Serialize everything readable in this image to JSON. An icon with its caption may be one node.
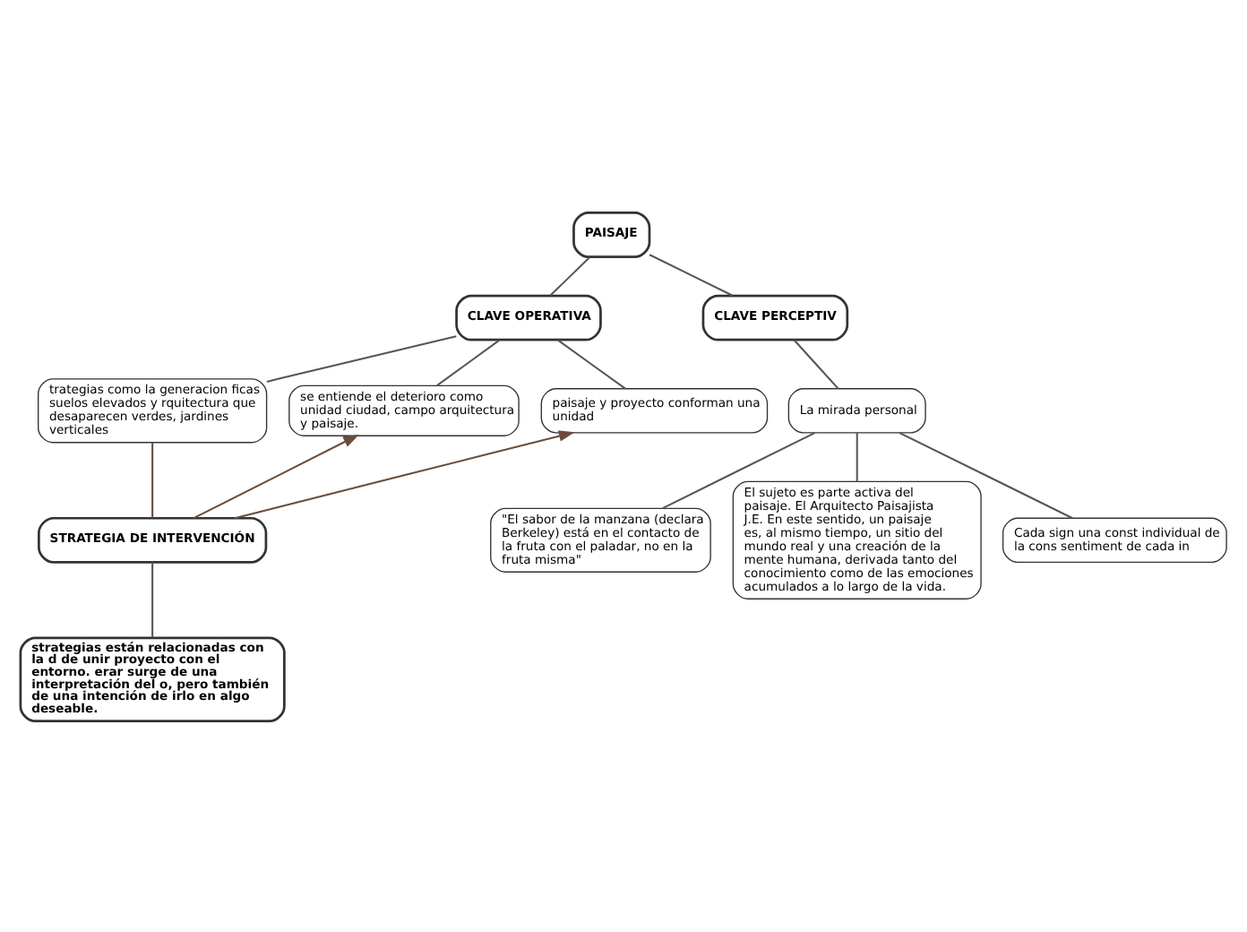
{
  "diagram": {
    "nodes": [
      {
        "text": [
          "PAISAJE"
        ]
      },
      {
        "text": [
          "CLAVE OPERATIVA"
        ]
      },
      {
        "text": [
          "trategias como la generacion ficas suelos elevados y rquitectura que desaparecen verdes, jardines verticales"
        ]
      },
      {
        "text": [
          "se entiende el deterioro como unidad ciudad, campo arquitectura y paisaje."
        ]
      },
      {
        "text": [
          "paisaje y proyecto conforman una unidad"
        ]
      },
      {
        "text": [
          "STRATEGIA DE INTERVENCIÓN"
        ]
      },
      {
        "text": [
          "strategias están relacionadas con la d de unir proyecto con el entorno. erar surge de una interpretación del o, pero también de una intención de irlo en algo deseable."
        ]
      },
      {
        "text": [
          "CLAVE PERCEPTIV"
        ]
      },
      {
        "text": [
          "La mirada personal"
        ]
      },
      {
        "text": [
          "\"El sabor de la manzana (declara Berkeley) está en el contacto de la fruta con el paladar, no en la fruta misma\""
        ]
      },
      {
        "text": [
          "El sujeto es parte activa del paisaje. El Arquitecto Paisajista J.E. En este sentido, un paisaje es, al mismo tiempo, un sitio del mundo real y una creación de la mente humana, derivada tanto del conocimiento como de las emociones acumulados a lo largo de la vida."
        ]
      },
      {
        "text": [
          "Cada sign una const individual de la cons sentiment de cada in"
        ]
      }
    ],
    "edges": [
      {
        "from": 0,
        "to": 1,
        "arrow": "none"
      },
      {
        "from": 0,
        "to": 7,
        "arrow": "none"
      },
      {
        "from": 1,
        "to": 2,
        "arrow": "none"
      },
      {
        "from": 1,
        "to": 3,
        "arrow": "none"
      },
      {
        "from": 1,
        "to": 4,
        "arrow": "none"
      },
      {
        "from": 2,
        "to": 5,
        "arrow": "none",
        "color": "#6b4c3b"
      },
      {
        "from": 5,
        "to": 3,
        "arrow": "to",
        "color": "#6b4c3b"
      },
      {
        "from": 5,
        "to": 4,
        "arrow": "to",
        "color": "#6b4c3b"
      },
      {
        "from": 5,
        "to": 6,
        "arrow": "none"
      },
      {
        "from": 7,
        "to": 8,
        "arrow": "none"
      },
      {
        "from": 8,
        "to": 9,
        "arrow": "none"
      },
      {
        "from": 8,
        "to": 10,
        "arrow": "none"
      },
      {
        "from": 8,
        "to": 11,
        "arrow": "none"
      }
    ]
  }
}
